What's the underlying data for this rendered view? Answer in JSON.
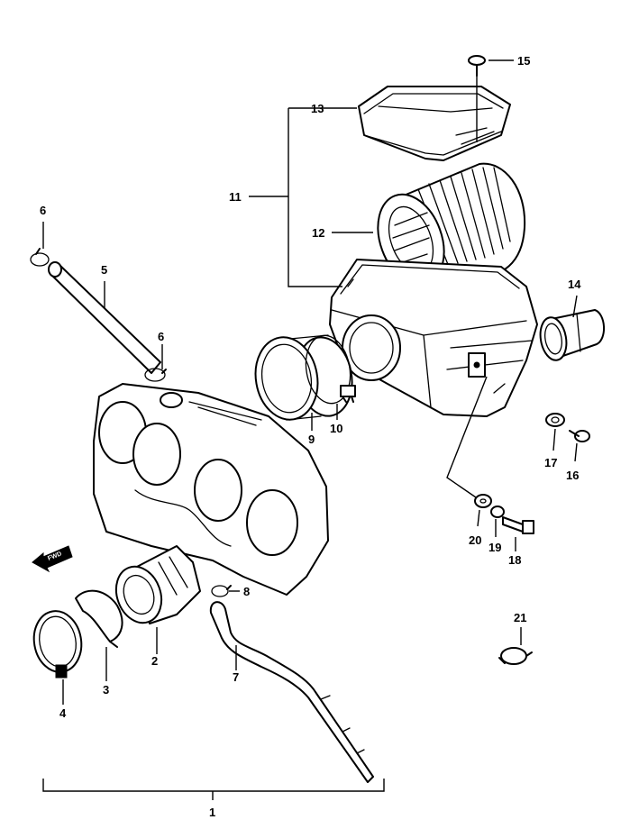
{
  "diagram": {
    "callouts": {
      "p1": "1",
      "p2": "2",
      "p3": "3",
      "p4": "4",
      "p5": "5",
      "p6a": "6",
      "p6b": "6",
      "p7": "7",
      "p8": "8",
      "p9": "9",
      "p10": "10",
      "p11": "11",
      "p12": "12",
      "p13": "13",
      "p14": "14",
      "p15": "15",
      "p16": "16",
      "p17": "17",
      "p18": "18",
      "p19": "19",
      "p20": "20",
      "p21": "21"
    },
    "fwd_mark": "FWD"
  }
}
